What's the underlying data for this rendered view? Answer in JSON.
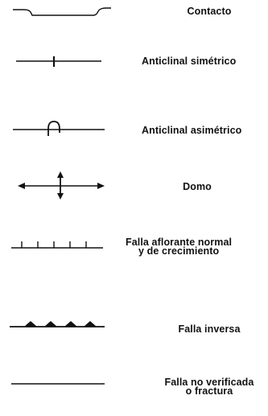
{
  "legend": {
    "items": [
      {
        "symbol": "contact-symbol",
        "lines": [
          "Contacto"
        ]
      },
      {
        "symbol": "symmetric-anticline-symbol",
        "lines": [
          "Anticlinal simétrico"
        ]
      },
      {
        "symbol": "asymmetric-anticline-symbol",
        "lines": [
          "Anticlinal asimétrico"
        ]
      },
      {
        "symbol": "dome-symbol",
        "lines": [
          "Domo"
        ]
      },
      {
        "symbol": "normal-growth-fault-symbol",
        "lines": [
          "Falla aflorante normal",
          "y de crecimiento"
        ]
      },
      {
        "symbol": "reverse-fault-symbol",
        "lines": [
          "Falla inversa"
        ]
      },
      {
        "symbol": "unverified-fault-symbol",
        "lines": [
          "Falla no verificada",
          "o fractura"
        ]
      }
    ]
  },
  "colors": {
    "ink": "#111111",
    "background": "#ffffff"
  }
}
